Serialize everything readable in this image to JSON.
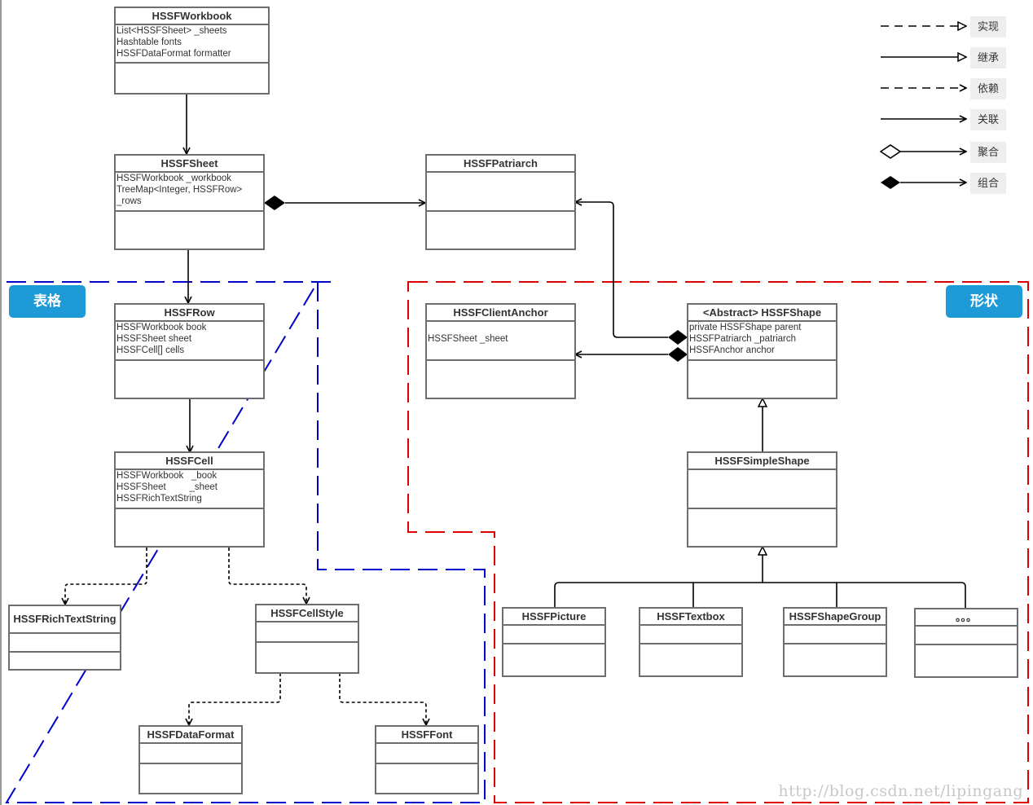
{
  "groups": {
    "table": {
      "label": "表格",
      "color": "#0000cc"
    },
    "shape": {
      "label": "形状",
      "color": "#dd0000"
    }
  },
  "legend": [
    {
      "label": "实现",
      "line": "dashed",
      "head": "triangle-open"
    },
    {
      "label": "继承",
      "line": "solid",
      "head": "triangle-open"
    },
    {
      "label": "依赖",
      "line": "dashed",
      "head": "arrow-open"
    },
    {
      "label": "关联",
      "line": "solid",
      "head": "arrow-open"
    },
    {
      "label": "聚合",
      "line": "solid",
      "head": "arrow-open",
      "tail": "diamond-hollow"
    },
    {
      "label": "组合",
      "line": "solid",
      "head": "arrow-open",
      "tail": "diamond-filled"
    }
  ],
  "classes": {
    "workbook": {
      "name": "HSSFWorkbook",
      "attributes": "List<HSSFSheet> _sheets\nHashtable fonts\nHSSFDataFormat formatter"
    },
    "sheet": {
      "name": "HSSFSheet",
      "attributes": "HSSFWorkbook _workbook\nTreeMap<Integer, HSSFRow>\n_rows"
    },
    "patriarch": {
      "name": "HSSFPatriarch",
      "attributes": ""
    },
    "row": {
      "name": "HSSFRow",
      "attributes": "HSSFWorkbook book\nHSSFSheet sheet\nHSSFCell[] cells"
    },
    "clientanchor": {
      "name": "HSSFClientAnchor",
      "attributes": "\nHSSFSheet _sheet"
    },
    "shape": {
      "name": "<Abstract> HSSFShape",
      "attributes": "private HSSFShape parent\nHSSFPatriarch _patriarch\nHSSFAnchor anchor"
    },
    "cell": {
      "name": "HSSFCell",
      "attributes": "HSSFWorkbook   _book\nHSSFSheet         _sheet\nHSSFRichTextString"
    },
    "simpleshape": {
      "name": "HSSFSimpleShape",
      "attributes": ""
    },
    "richtext": {
      "name": "HSSFRichTextString",
      "attributes": ""
    },
    "cellstyle": {
      "name": "HSSFCellStyle",
      "attributes": ""
    },
    "picture": {
      "name": "HSSFPicture",
      "attributes": ""
    },
    "textbox": {
      "name": "HSSFTextbox",
      "attributes": ""
    },
    "shapegroup": {
      "name": "HSSFShapeGroup",
      "attributes": ""
    },
    "more": {
      "name": "。。。",
      "attributes": ""
    },
    "dataformat": {
      "name": "HSSFDataFormat",
      "attributes": ""
    },
    "font": {
      "name": "HSSFFont",
      "attributes": ""
    }
  },
  "watermark": "http://blog.csdn.net/lipingang"
}
